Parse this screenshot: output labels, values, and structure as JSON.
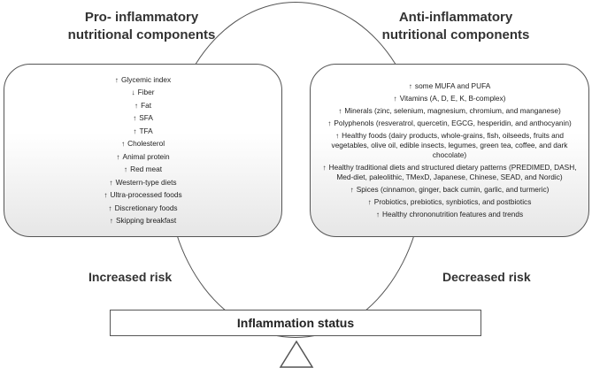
{
  "left_heading": "Pro- inflammatory\nnutritional components",
  "right_heading": "Anti-inflammatory\nnutritional components",
  "left_items": [
    {
      "arrow": "↑",
      "text": "Glycemic index"
    },
    {
      "arrow": "↓",
      "text": "Fiber"
    },
    {
      "arrow": "↑",
      "text": "Fat"
    },
    {
      "arrow": "↑",
      "text": "SFA"
    },
    {
      "arrow": "↑",
      "text": "TFA"
    },
    {
      "arrow": "↑",
      "text": "Cholesterol"
    },
    {
      "arrow": "↑",
      "text": "Animal protein"
    },
    {
      "arrow": "↑",
      "text": "Red meat"
    },
    {
      "arrow": "↑",
      "text": "Western-type diets"
    },
    {
      "arrow": "↑",
      "text": "Ultra-processed foods"
    },
    {
      "arrow": "↑",
      "text": "Discretionary foods"
    },
    {
      "arrow": "↑",
      "text": "Skipping breakfast"
    }
  ],
  "right_items": [
    {
      "arrow": "↑",
      "text": "some MUFA and PUFA"
    },
    {
      "arrow": "↑",
      "text": "Vitamins (A, D, E, K, B-complex)"
    },
    {
      "arrow": "↑",
      "text": "Minerals (zinc, selenium, magnesium, chromium, and manganese)"
    },
    {
      "arrow": "↑",
      "text": "Polyphenols (resveratrol, quercetin, EGCG, hesperidin, and anthocyanin)"
    },
    {
      "arrow": "↑",
      "text": "Healthy foods (dairy products, whole-grains, fish, oilseeds, fruits and vegetables, olive oil, edible insects, legumes, green tea, coffee, and dark chocolate)"
    },
    {
      "arrow": "↑",
      "text": "Healthy traditional diets and structured dietary patterns (PREDIMED, DASH, Med-diet, paleolithic, TMexD, Japanese, Chinese, SEAD, and Nordic)"
    },
    {
      "arrow": "↑",
      "text": "Spices (cinnamon, ginger, back cumin, garlic, and turmeric)"
    },
    {
      "arrow": "↑",
      "text": "Probiotics, prebiotics, synbiotics, and postbiotics"
    },
    {
      "arrow": "↑",
      "text": "Healthy chrononutrition features and trends"
    }
  ],
  "left_risk": "Increased risk",
  "right_risk": "Decreased risk",
  "status_label": "Inflammation status"
}
